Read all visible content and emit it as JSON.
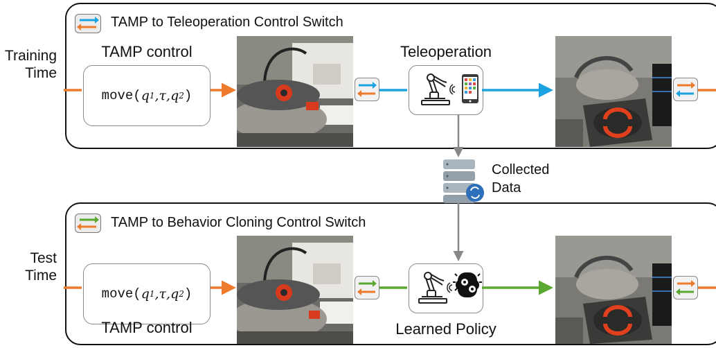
{
  "training_panel": {
    "legend_text": "TAMP to Teleoperation Control Switch",
    "side_label_line1": "Training",
    "side_label_line2": "Time",
    "control_label": "TAMP control",
    "move_fn": "move(",
    "move_q1": "q",
    "move_sub1": "1",
    "move_mid": ",τ,",
    "move_q2": "q",
    "move_sub2": "2",
    "move_close": ")",
    "node_label": "Teleoperation",
    "switch_color": "#1aa3e0"
  },
  "data_store": {
    "label_line1": "Collected",
    "label_line2": "Data"
  },
  "test_panel": {
    "legend_text": "TAMP to Behavior Cloning Control Switch",
    "side_label_line1": "Test",
    "side_label_line2": "Time",
    "control_label": "TAMP control",
    "move_fn": "move(",
    "move_q1": "q",
    "move_sub1": "1",
    "move_mid": ",τ,",
    "move_q2": "q",
    "move_sub2": "2",
    "move_close": ")",
    "node_label": "Learned Policy",
    "switch_color": "#5aa832"
  },
  "colors": {
    "tamp_arrow": "#ee7a2c",
    "teleop_arrow": "#1aa3e0",
    "policy_arrow": "#5aa832",
    "data_arrow": "#888888"
  }
}
